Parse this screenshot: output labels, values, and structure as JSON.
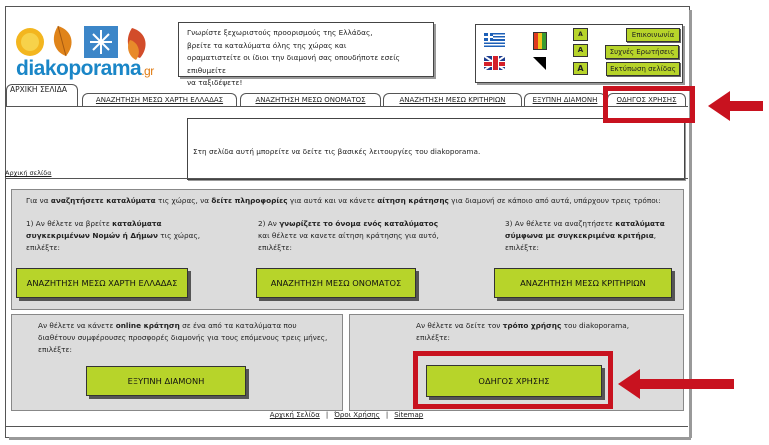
{
  "logo": {
    "brand": "diakoporama",
    "suffix": ".gr"
  },
  "intro": {
    "line1": "Γνωρίστε ξεχωριστούς προορισμούς της Ελλάδας,",
    "line2": "βρείτε τα καταλύματα όλης της χώρας και",
    "line3": "οραματιστείτε οι ίδιοι την διαμονή σας οπουδήποτε εσείς επιθυμείτε",
    "line4": "να ταξιδέψετε!"
  },
  "toolbox": {
    "font_small": "A",
    "font_medium": "A",
    "font_large": "A",
    "contact": "Επικοινωνία",
    "faq": "Συχνές Ερωτήσεις",
    "print": "Εκτύπωση σελίδας",
    "icons": [
      "greek-flag-icon",
      "contrast-color-icon",
      "uk-flag-icon",
      "contrast-bw-icon"
    ]
  },
  "tabs": [
    "ΑΡΧΙΚΗ ΣΕΛΙΔΑ",
    "ΑΝΑΖΗΤΗΣΗ ΜΕΣΩ ΧΑΡΤΗ ΕΛΛΑΔΑΣ",
    "ΑΝΑΖΗΤΗΣΗ ΜΕΣΩ ΟΝΟΜΑΤΟΣ",
    "ΑΝΑΖΗΤΗΣΗ ΜΕΣΩ ΚΡΙΤΗΡΙΩΝ",
    "ΕΞΥΠΝΗ ΔΙΑΜΟΝΗ",
    "ΟΔΗΓΟΣ ΧΡΗΣΗΣ"
  ],
  "breadcrumb": "Αρχική σελίδα",
  "info_text": "Στη σελίδα αυτή μπορείτε να δείτε τις βασικές λειτουργίες του diakoporama.",
  "main": {
    "lead_1": "Για να ",
    "lead_2": "αναζητήσετε καταλύματα",
    "lead_3": " τις χώρας, να ",
    "lead_4": "δείτε πληροφορίες",
    "lead_5": " για αυτά και να κάνετε ",
    "lead_6": "αίτηση κράτησης",
    "lead_7": " για διαμονή σε κάποιο από αυτά, υπάρχουν τρεις τρόποι:",
    "col1": {
      "a": "1) Αν θέλετε να βρείτε ",
      "b": "καταλύματα",
      "c": "συγκεκριμένων Νομών ή Δήμων",
      "d": " τις χώρας,",
      "e": "επιλέξτε:",
      "button": "ΑΝΑΖΗΤΗΣΗ ΜΕΣΩ ΧΑΡΤΗ ΕΛΛΑΔΑΣ"
    },
    "col2": {
      "a": "2) Αν ",
      "b": "γνωρίζετε το όνομα ενός καταλύματος",
      "c": "και θέλετε να κανετε αίτηση κράτησης για αυτό,",
      "e": "επιλέξτε:",
      "button": "ΑΝΑΖΗΤΗΣΗ ΜΕΣΩ ΟΝΟΜΑΤΟΣ"
    },
    "col3": {
      "a": "3) Αν θέλετε να αναζητήσετε ",
      "b": "καταλύματα",
      "c": "σύμφωνα με συγκεκριμένα κριτήρια",
      "d": ",",
      "e": "επιλέξτε:",
      "button": "ΑΝΑΖΗΤΗΣΗ ΜΕΣΩ ΚΡΙΤΗΡΙΩΝ"
    }
  },
  "smart": {
    "a": "Αν θέλετε να κάνετε ",
    "b": "online κράτηση",
    "c": " σε ένα από τα καταλύματα που",
    "d": "διαθέτουν συμφέρουσες προσφορές διαμονής για τους επόμενους τρεις μήνες,",
    "e": "επιλέξτε:",
    "button": "ΕΞΥΠΝΗ ΔΙΑΜΟΝΗ"
  },
  "guide": {
    "a": "Αν θέλετε να δείτε τον ",
    "b": "τρόπο χρήσης",
    "c": " του diakoporama,",
    "e": "επιλέξτε:",
    "button": "ΟΔΗΓΟΣ ΧΡΗΣΗΣ"
  },
  "footer": {
    "home": "Αρχική Σελίδα",
    "terms": "Όροι Χρήσης",
    "sitemap": "Sitemap",
    "sep": "|"
  },
  "colors": {
    "button_green": "#b7d42a",
    "highlight_red": "#c8121f",
    "panel_gray": "#dcdcdc",
    "logo_blue": "#1a86c7"
  }
}
